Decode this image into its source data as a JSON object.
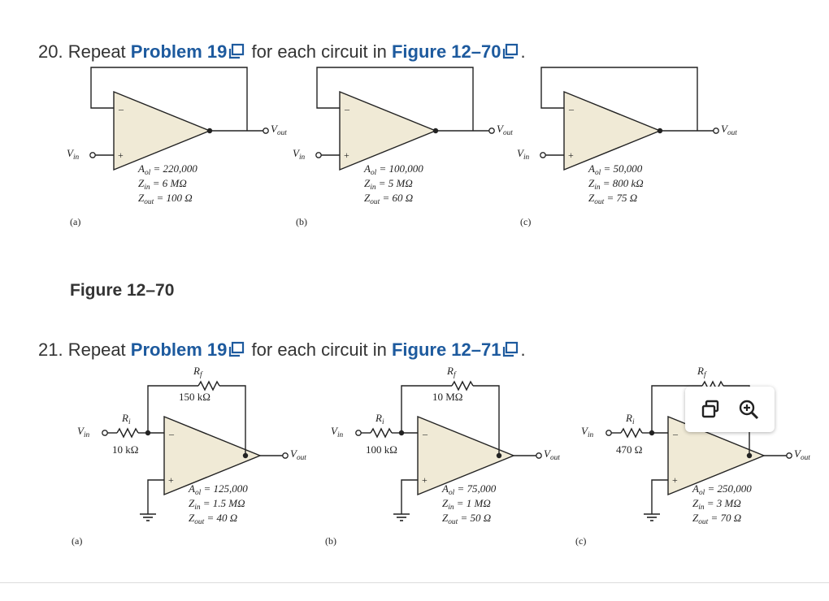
{
  "problem20": {
    "number": "20.",
    "text_before": "Repeat",
    "problem_link": "Problem 19",
    "text_middle": "for each circuit in",
    "figure_link": "Figure 12–70",
    "text_end": "."
  },
  "figure70_caption": "Figure 12–70",
  "problem21": {
    "number": "21.",
    "text_before": "Repeat",
    "problem_link": "Problem 19",
    "text_middle": "for each circuit in",
    "figure_link": "Figure 12–71",
    "text_end": "."
  },
  "labels": {
    "vin": "V",
    "vin_sub": "in",
    "vout": "V",
    "vout_sub": "out",
    "rf": "R",
    "rf_sub": "f",
    "ri": "R",
    "ri_sub": "i",
    "plus": "+",
    "minus": "–"
  },
  "fig70": [
    {
      "tag": "(a)",
      "aol": "= 220,000",
      "zin": "= 6 MΩ",
      "zout": "= 100 Ω"
    },
    {
      "tag": "(b)",
      "aol": "= 100,000",
      "zin": "= 5 MΩ",
      "zout": "= 60 Ω"
    },
    {
      "tag": "(c)",
      "aol": "= 50,000",
      "zin": "= 800 kΩ",
      "zout": "= 75 Ω"
    }
  ],
  "fig71": [
    {
      "tag": "(a)",
      "rf": "150 kΩ",
      "ri": "10 kΩ",
      "aol": "= 125,000",
      "zin": "= 1.5 MΩ",
      "zout": "= 40 Ω"
    },
    {
      "tag": "(b)",
      "rf": "10 MΩ",
      "ri": "100 kΩ",
      "aol": "= 75,000",
      "zin": "= 1 MΩ",
      "zout": "= 50 Ω"
    },
    {
      "tag": "(c)",
      "rf": "",
      "ri": "470 Ω",
      "aol": "= 250,000",
      "zin": "= 3 MΩ",
      "zout": "= 70 Ω"
    }
  ],
  "colors": {
    "link": "#1d5a9e",
    "opamp_fill": "#f0ead6",
    "line": "#222222"
  },
  "icons": [
    "external-link-icon",
    "open-image-icon",
    "zoom-in-icon"
  ]
}
